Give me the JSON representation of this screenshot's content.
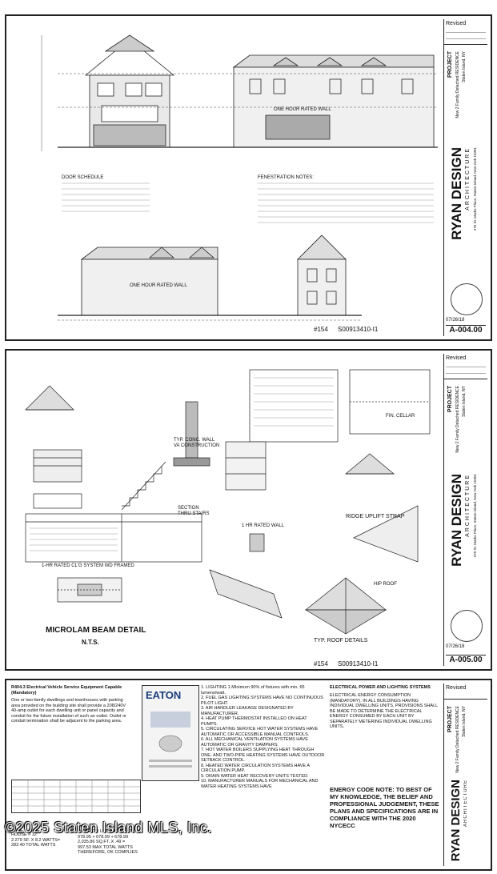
{
  "sheet1": {
    "elevation_label_top": "ONE HOUR RATED WALL",
    "elevation_label_bottom": "ONE HOUR RATED WALL",
    "door_schedule_title": "DOOR SCHEDULE",
    "fenestration_title": "FENESTRATION NOTES:",
    "sheet_ref": "#154",
    "drawing_no": "S00913410-I1",
    "sheet_number": "A-004.00",
    "date": "07/26/18"
  },
  "sheet2": {
    "section_label": "SECTION\nTHRU STAIRS",
    "wall_label": "TYP. CONC. WALL\nVA CONSTRUCTION",
    "ceiling_label": "1-HR RATED CL'G SYSTEM WD FRAMED",
    "beam_title": "MICROLAM BEAM DETAIL",
    "beam_sub": "N.T.S.",
    "ridge_label": "RIDGE UPLIFT STRAP",
    "roof_label": "TYP. ROOF DETAILS",
    "hip_label": "HIP ROOF",
    "rated_wall_label": "1 HR RATED WALL",
    "cellar_label": "FIN. CELLAR",
    "sheet_ref": "#154",
    "drawing_no": "S00913410-I1",
    "sheet_number": "A-005.00",
    "date": "07/26/18"
  },
  "sheet3": {
    "ev_title": "R404.3 Electrical Vehicle Service Equipment Capable (Mandatory)",
    "ev_body": "One or two-family dwellings and townhouses with parking area provided on the building site shall provide a 208/240V 40-amp outlet for each dwelling unit or panel capacity and conduit for the future installation of such an outlet. Outlet or conduit termination shall be adjacent to the parking area.",
    "eaton_logo": "EATON",
    "lighting_title": "ELECTRICAL POWER AND LIGHTING SYSTEMS",
    "lighting_body": "ELECTRICAL ENERGY CONSUMPTION (MANDATORY). IN ALL BUILDINGS HAVING INDIVIDUAL DWELLING UNITS, PROVISIONS SHALL BE MADE TO DETERMINE THE ELECTRICAL ENERGY CONSUMED BY EACH UNIT BY SEPARATELY METERING INDIVIDUAL DWELLING UNITS.",
    "house_calc": "HOUSE # 12\n2.279 SF. X 8.2 WATTS=\n282.40 TOTAL WATTS",
    "interior_calc": "INTERIOR LPD CALCULATIONS\n978.95 + 678.99 + 678.99\n2,035.86 SQ.FT. X .49 =\n997.53 MAX TOTAL WATTS\nTHEREFORE, OK COMPLIES",
    "energy_code_note": "ENERGY CODE NOTE: TO BEST OF MY KNOWLEDGE, THE BELIEF AND PROFESSIONAL JUDGEMENT, THESE PLANS AND SPECIFICATIONS ARE IN COMPLIANCE WITH THE 2020 NYCECC",
    "ev_numbers": [
      "1. LIGHTING 1.MInimum 90% of fixtures with min. 65 lumens/watt.",
      "2. FUEL GAS LIGHTING SYSTEMS HAVE NO CONTINUOUS PILOT LIGHT.",
      "3. AIR HANDLER LEAKAGE DESIGNATED BY MANUFACTURER.",
      "4. HEAT PUMP THERMOSTAT INSTALLED ON HEAT PUMPS.",
      "5. CIRCULATING SERVICE HOT WATER SYSTEMS HAVE AUTOMATIC OR ACCESSIBLE MANUAL CONTROLS.",
      "6. ALL MECHANICAL VENTILATION SYSTEMS HAVE AUTOMATIC OR GRAVITY DAMPERS.",
      "7. HOT WATER BOILERS SUPPLYING HEAT THROUGH ONE- AND TWO-PIPE HEATING SYSTEMS HAVE OUTDOOR SETBACK CONTROL.",
      "8. HEATED WATER CIRCULATION SYSTEMS HAVE A CIRCULATION PUMP.",
      "9. DRAIN WATER HEAT RECOVERY UNITS TESTED.",
      "10. MANUFACTURER MANUALS FOR MECHANICAL AND WATER HEATING SYSTEMS HAVE"
    ]
  },
  "titleblock": {
    "firm_name": "RYAN DESIGN",
    "firm_sub": "ARCHITECTURE",
    "address": "370 St. Marks Place, Staten Island, New York 10301",
    "revised": "Revised",
    "project": "PROJECT",
    "project_desc": "New 2 Family Detached RESIDENCE",
    "location": "Staten Island, NY"
  },
  "watermark": "©2025 Staten Island MLS, Inc."
}
